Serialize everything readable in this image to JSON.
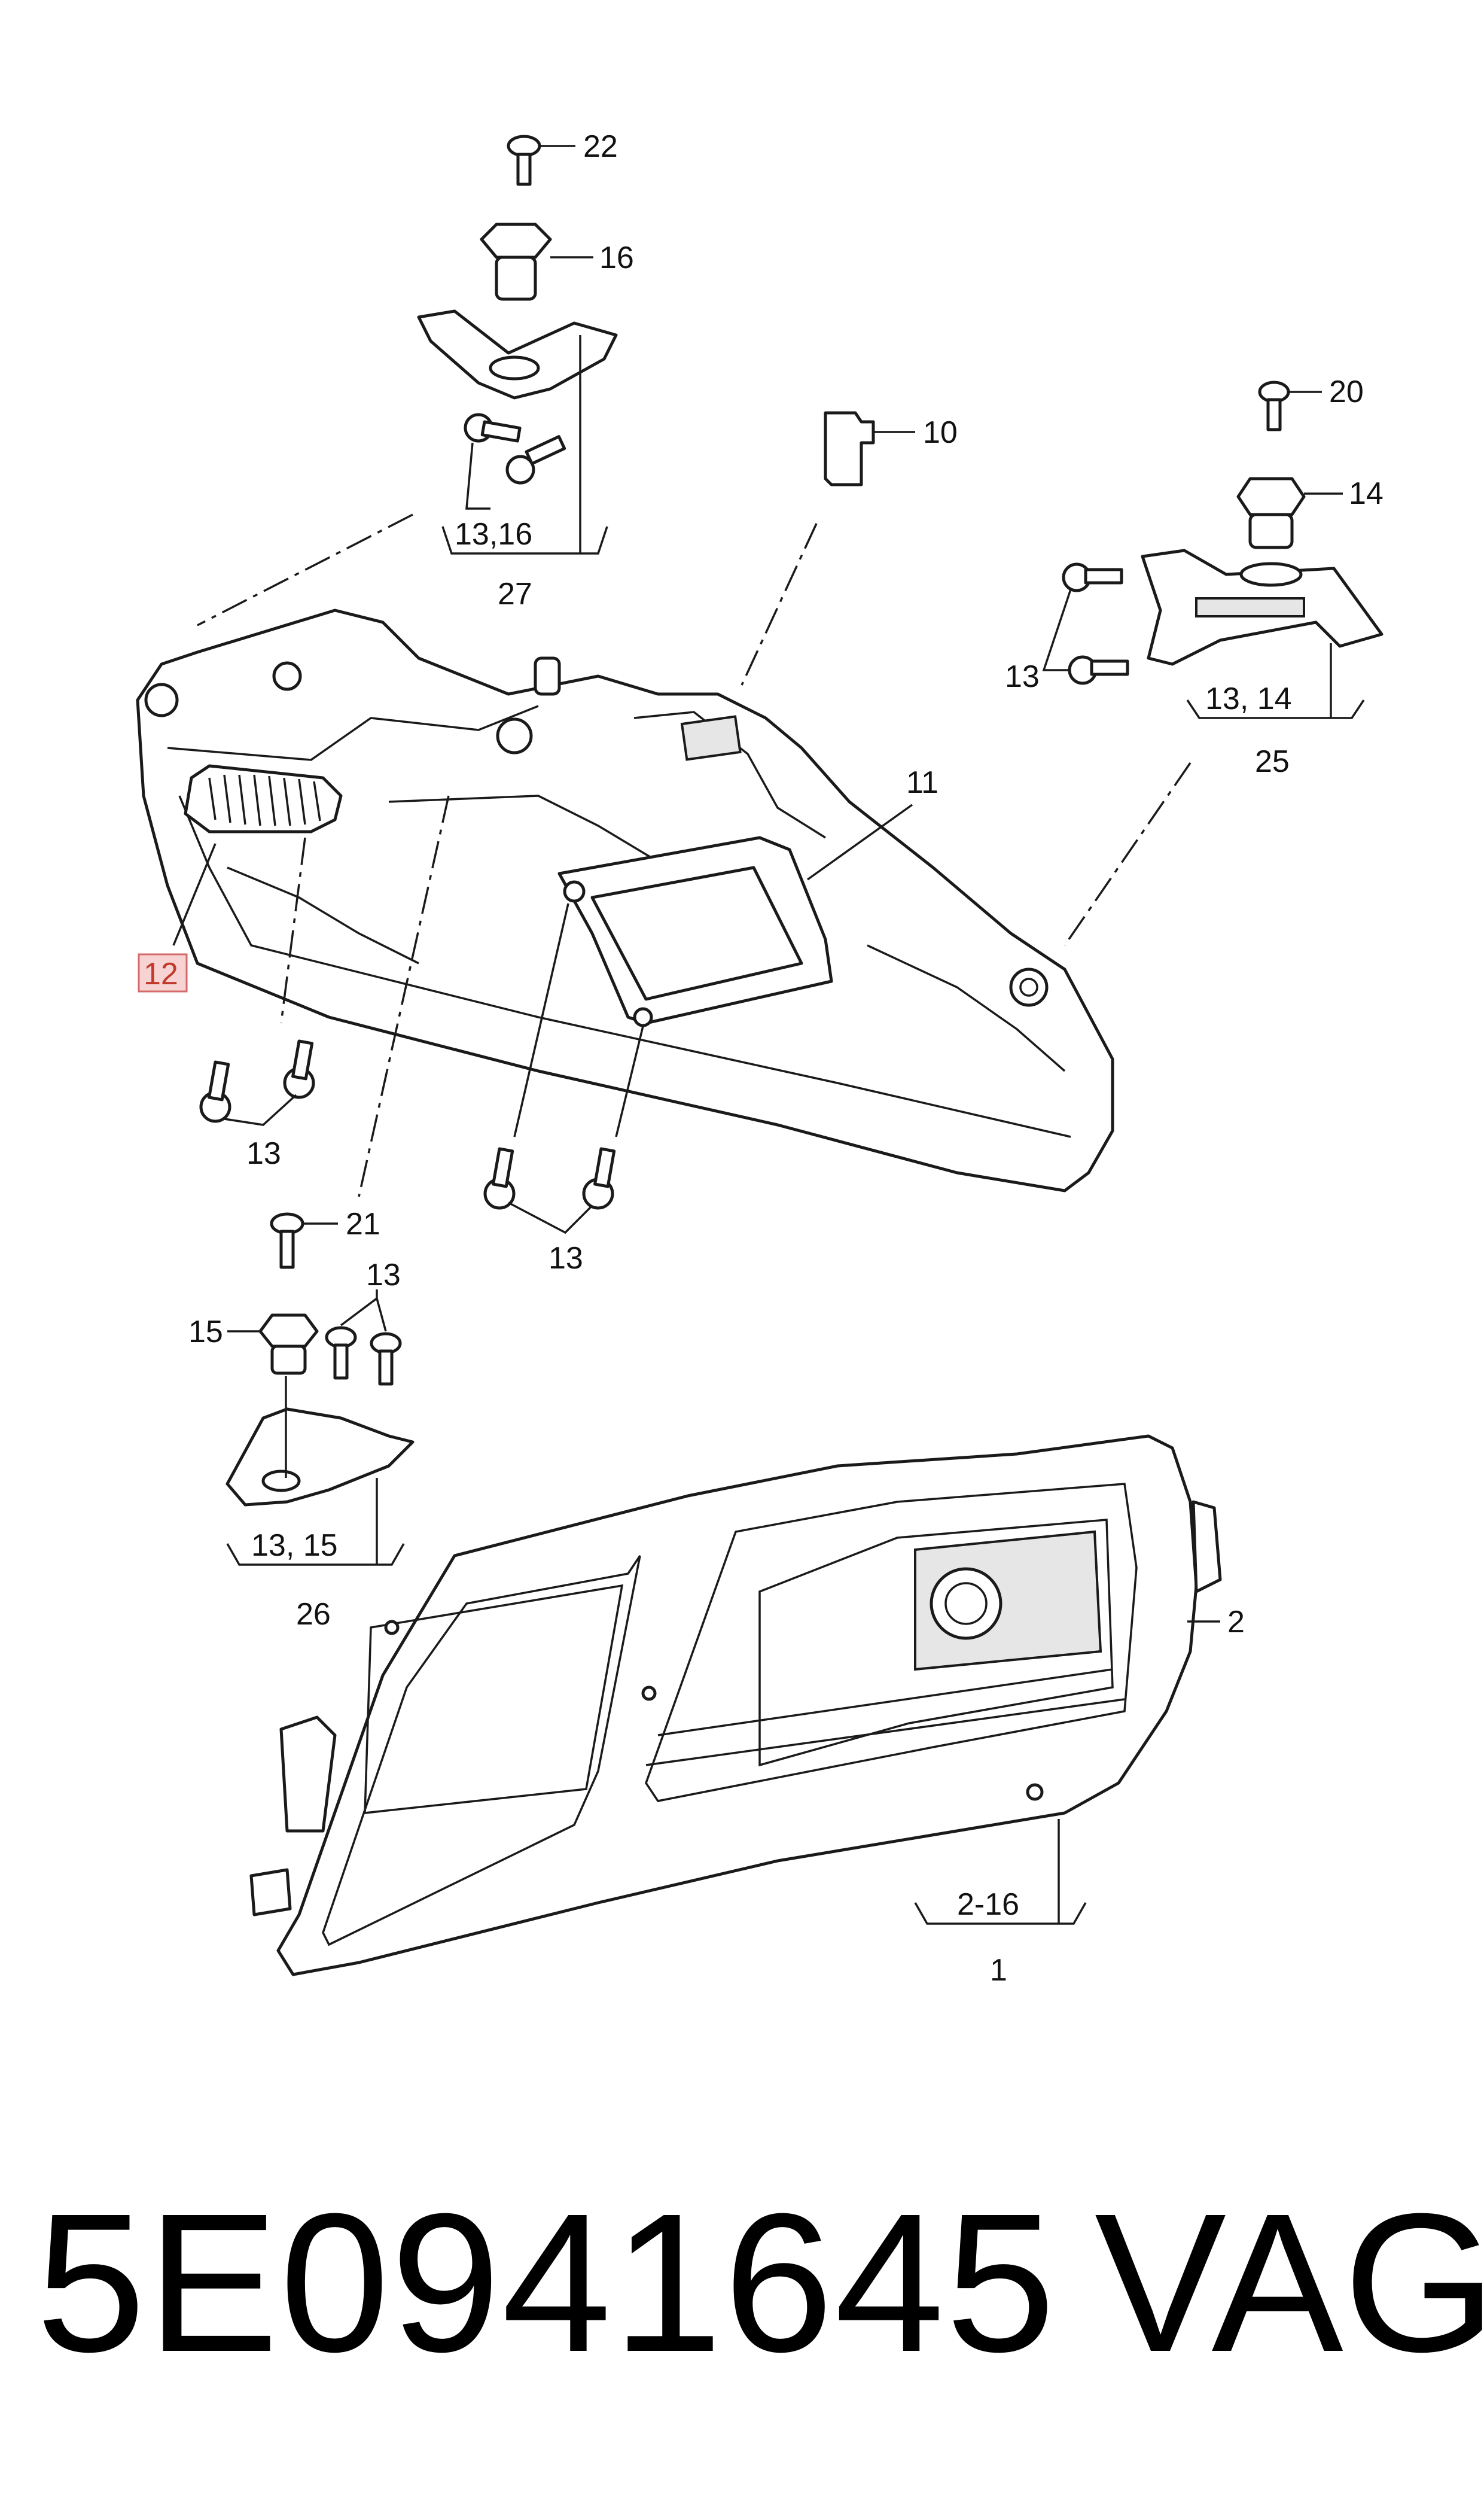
{
  "callouts": {
    "c22": "22",
    "c16": "16",
    "c13_16": "13,16",
    "c27": "27",
    "c10": "10",
    "c20": "20",
    "c14": "14",
    "c13_right": "13",
    "c13_14": "13, 14",
    "c25": "25",
    "c11": "11",
    "c12": "12",
    "c13_left": "13",
    "c13_mid": "13",
    "c21": "21",
    "c13_bracket": "13",
    "c15": "15",
    "c13_15": "13, 15",
    "c26": "26",
    "c2": "2",
    "c2_16": "2-16",
    "c1": "1"
  },
  "highlighted_callout": "12",
  "footer": {
    "part_number": "5E0941645",
    "brand": "VAG"
  },
  "colors": {
    "line": "#1a1a1a",
    "highlight_box": "#f7d3d3",
    "highlight_border": "#d46a6a"
  }
}
